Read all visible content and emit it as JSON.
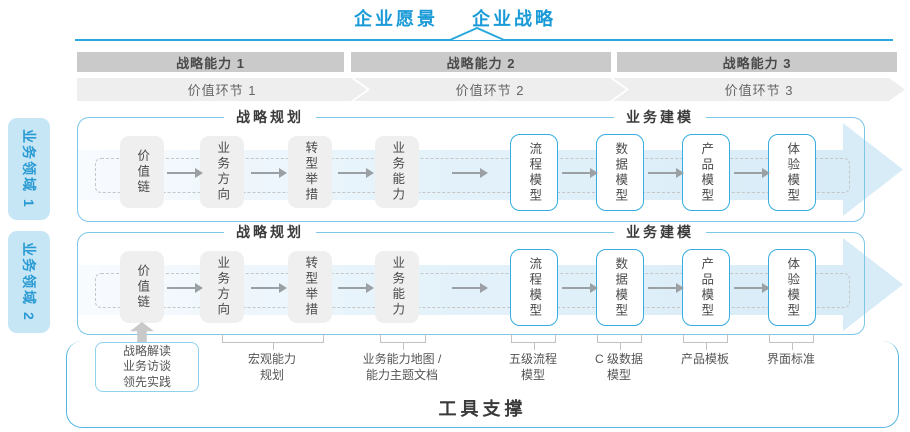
{
  "colors": {
    "accent_blue": "#1a9bd7",
    "line_blue": "#2aa7db",
    "domain_border_blue": "#7cc6e8",
    "box_border_blue": "#36ace0",
    "side_label_fill": "#c6e6f6",
    "band_blue": "#d8ecf8",
    "capability_bar_gray": "#cacaca",
    "value_link_gray": "#eeeeee",
    "box_gray": "#efefef",
    "arrow_gray": "#9aa0a3",
    "text_dark": "#3a3a3a"
  },
  "header": {
    "vision": "企业愿景",
    "strategy": "企业战略"
  },
  "capability_bars": [
    "战略能力 1",
    "战略能力 2",
    "战略能力 3"
  ],
  "value_links": [
    "价值环节 1",
    "价值环节 2",
    "价值环节 3"
  ],
  "domains": [
    {
      "label": "业务领域 1",
      "planning_title": "战略规划",
      "modeling_title": "业务建模",
      "planning_boxes": [
        "价值链",
        "业务方向",
        "转型举措",
        "业务能力"
      ],
      "modeling_boxes": [
        "流程模型",
        "数据模型",
        "产品模型",
        "体验模型"
      ]
    },
    {
      "label": "业务领域 2",
      "planning_title": "战略规划",
      "modeling_title": "业务建模",
      "planning_boxes": [
        "价值链",
        "业务方向",
        "转型举措",
        "业务能力"
      ],
      "modeling_boxes": [
        "流程模型",
        "数据模型",
        "产品模型",
        "体验模型"
      ]
    }
  ],
  "annotations": {
    "interview_box": [
      "战略解读",
      "业务访谈",
      "领先实践"
    ],
    "macro": [
      "宏观能力",
      "规划"
    ],
    "capability_map": [
      "业务能力地图 /",
      "能力主题文档"
    ],
    "process": [
      "五级流程",
      "模型"
    ],
    "data_model": [
      "C 级数据",
      "模型"
    ],
    "product": [
      "产品模板"
    ],
    "ui_standard": [
      "界面标准"
    ]
  },
  "tool_support": "工具支撑"
}
